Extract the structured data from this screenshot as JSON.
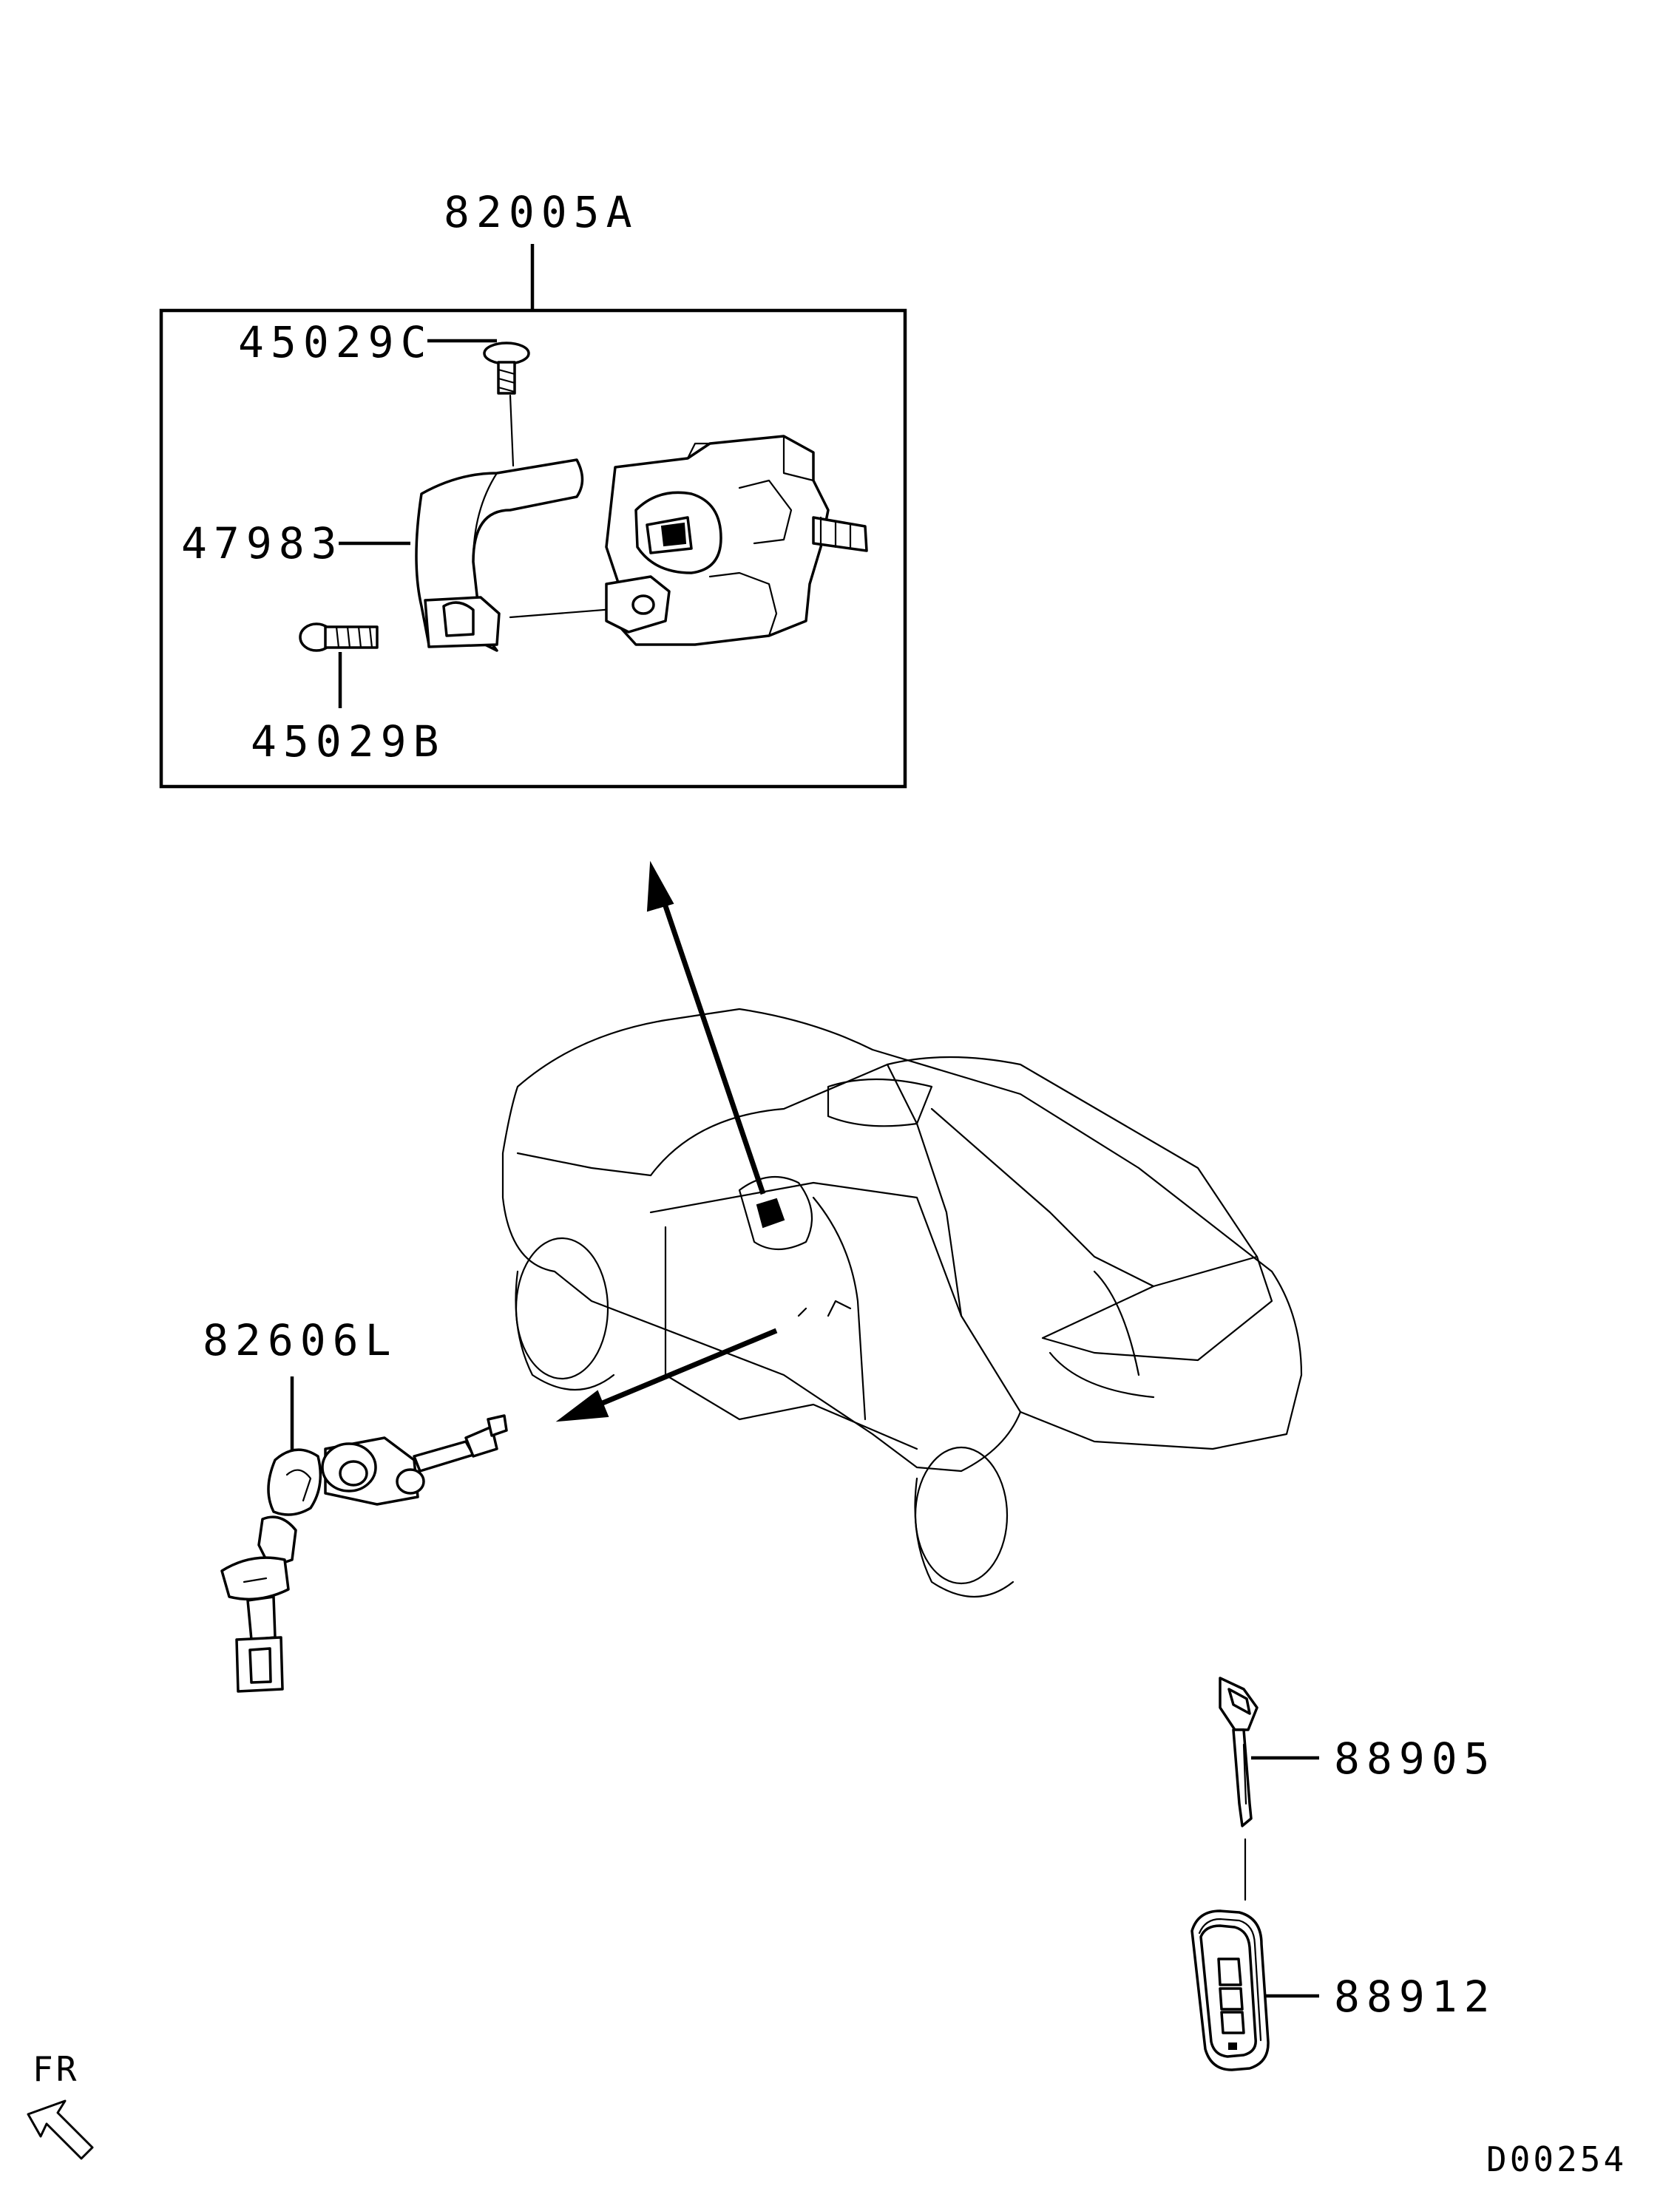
{
  "labels": {
    "assembly": "82005A",
    "screw_top": "45029C",
    "cover": "47983",
    "screw_bottom": "45029B",
    "door_lock": "82606L",
    "emergency_key": "88905",
    "smart_key": "88912",
    "direction": "FR",
    "diagram_code": "D00254"
  }
}
